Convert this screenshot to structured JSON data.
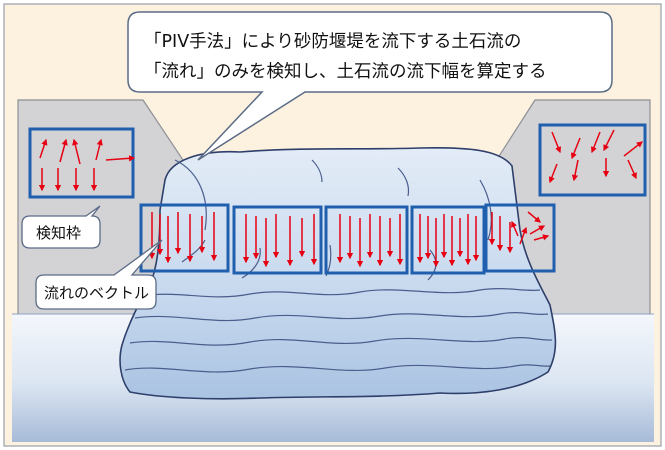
{
  "callout": {
    "line1": "「PIV手法」により砂防堰堤を流下する土石流の",
    "line2": "「流れ」のみを検知し、土石流の流下幅を算定する"
  },
  "labels": {
    "detection_frame": "検知枠",
    "flow_vector": "流れのベクトル"
  },
  "colors": {
    "background": "#fdf1df",
    "dam_wall": "#d3d3d5",
    "frame_border": "#1f5fae",
    "arrow": "#e60012",
    "water_light": "#f2f5fb",
    "water_mid": "#d0deee",
    "water_dark": "#9fb4d4",
    "debris_fill": "#cfdff1",
    "outline": "#2e3f6b"
  },
  "icons": {
    "frame_arrow": "red-arrow",
    "frame": "blue-rectangle"
  }
}
